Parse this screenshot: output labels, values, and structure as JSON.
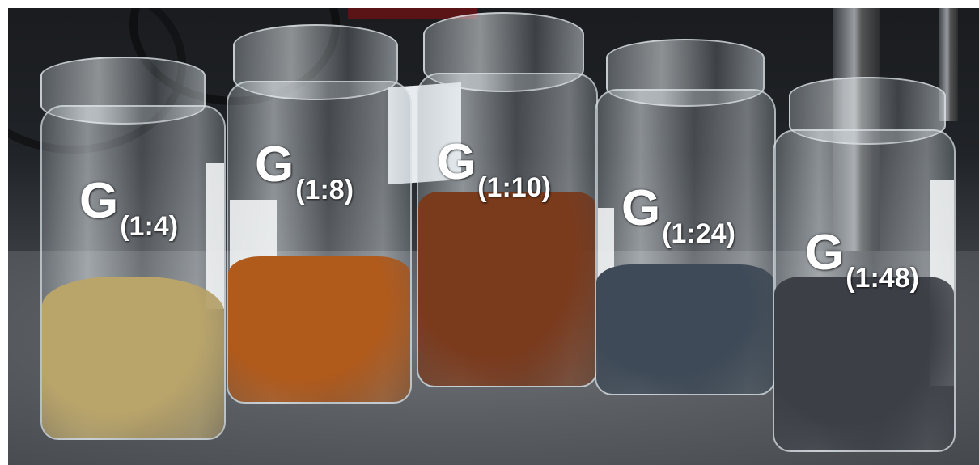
{
  "vials": [
    {
      "letter": "G",
      "ratio": "(1:4)",
      "powder_color": "#b9a46a"
    },
    {
      "letter": "G",
      "ratio": "(1:8)",
      "powder_color": "#b05a1c"
    },
    {
      "letter": "G",
      "ratio": "(1:10)",
      "powder_color": "#7a3a1c"
    },
    {
      "letter": "G",
      "ratio": "(1:24)",
      "powder_color": "#3e4a57"
    },
    {
      "letter": "G",
      "ratio": "(1:48)",
      "powder_color": "#3c3f46"
    }
  ]
}
